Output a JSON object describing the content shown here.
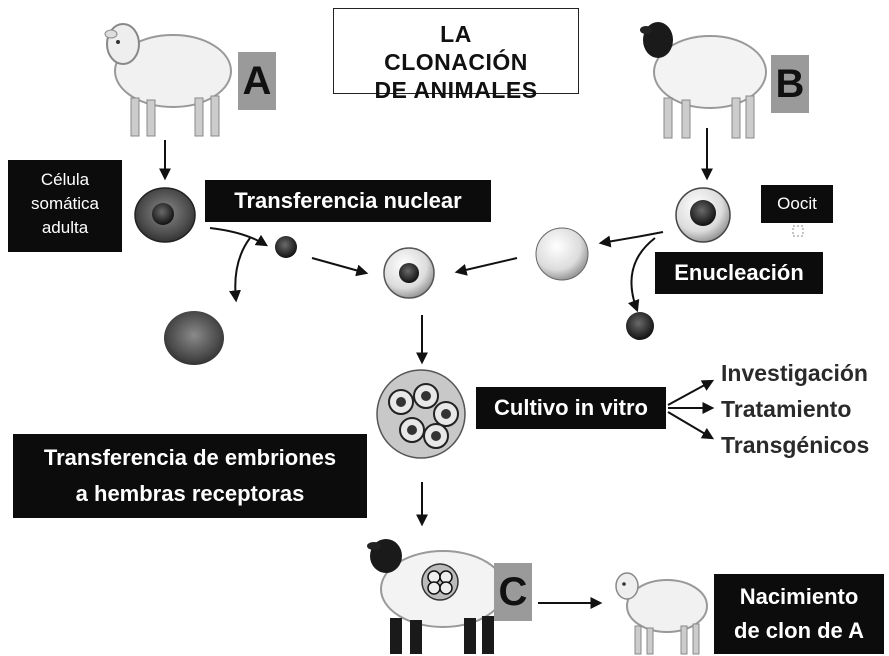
{
  "title": {
    "line1": "LA",
    "line2": "CLONACIÓN",
    "line3": "DE ANIMALES"
  },
  "tags": {
    "a": "A",
    "b": "B",
    "c": "C"
  },
  "labels": {
    "celula_line1": "Célula",
    "celula_line2": "somática",
    "celula_line3": "adulta",
    "transferencia_nuclear": "Transferencia nuclear",
    "oocit": "Oocit",
    "enucleacion": "Enucleación",
    "cultivo": "Cultivo in vitro",
    "transferencia_embriones_line1": "Transferencia de embriones",
    "transferencia_embriones_line2": "a hembras receptoras",
    "nacimiento_line1": "Nacimiento",
    "nacimiento_line2": "de clon de A"
  },
  "outputs": [
    "Investigación",
    "Tratamiento",
    "Transgénicos"
  ]
}
